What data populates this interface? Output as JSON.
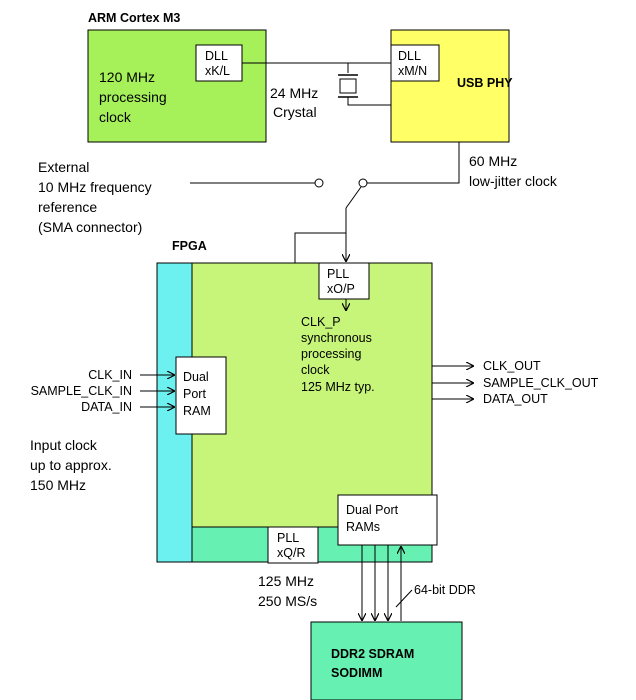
{
  "colors": {
    "arm_fill": "#a6f05a",
    "usb_fill": "#ffff66",
    "fpga_main_fill": "#c6f57a",
    "fpga_left_fill": "#6cf0f0",
    "fpga_bottom_fill": "#66f0b2",
    "sdram_fill": "#66f0b2",
    "box_white": "#ffffff",
    "stroke": "#000000"
  },
  "arm": {
    "title": "ARM Cortex M3",
    "text": [
      "120 MHz",
      "processing",
      "clock"
    ],
    "dll": [
      "DLL",
      "xK/L"
    ]
  },
  "usb": {
    "title": "USB PHY",
    "dll": [
      "DLL",
      "xM/N"
    ]
  },
  "crystal": [
    "24 MHz",
    "Crystal"
  ],
  "external_ref": [
    "External",
    "10 MHz frequency",
    "reference",
    "(SMA connector)"
  ],
  "usb_clock": [
    "60 MHz",
    "low-jitter clock"
  ],
  "fpga": {
    "title": "FPGA",
    "pll_top": [
      "PLL",
      "xO/P"
    ],
    "clkp_text": [
      "CLK_P",
      "synchronous",
      "processing",
      "clock",
      "125 MHz typ."
    ],
    "dual_port_ram": [
      "Dual",
      "Port",
      "RAM"
    ],
    "dual_port_rams": [
      "Dual Port",
      "RAMs"
    ],
    "pll_bottom": [
      "PLL",
      "xQ/R"
    ]
  },
  "inputs": [
    "CLK_IN",
    "SAMPLE_CLK_IN",
    "DATA_IN"
  ],
  "outputs": [
    "CLK_OUT",
    "SAMPLE_CLK_OUT",
    "DATA_OUT"
  ],
  "input_clock_note": [
    "Input clock",
    "up to approx.",
    "150 MHz"
  ],
  "adc_rate": [
    "125 MHz",
    "250 MS/s"
  ],
  "ddr_bus": "64-bit DDR",
  "sdram": [
    "DDR2  SDRAM",
    "SODIMM"
  ]
}
